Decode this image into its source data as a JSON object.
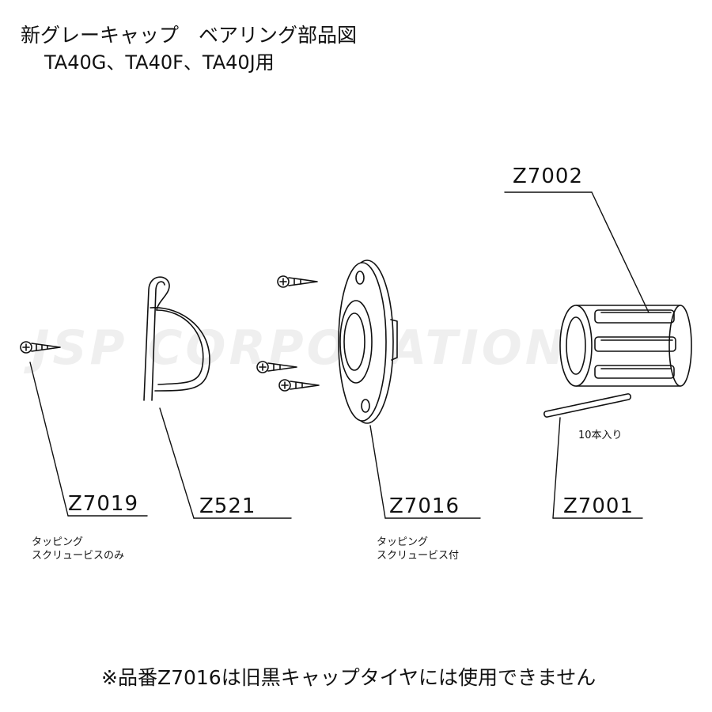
{
  "title": "新グレーキャップ　ベアリング部品図",
  "subtitle": "TA40G、TA40F、TA40J用",
  "watermark": "JSP CORPORATION",
  "parts": {
    "z7002": {
      "code": "Z7002"
    },
    "z7001": {
      "code": "Z7001",
      "note": "10本入り"
    },
    "z7019": {
      "code": "Z7019",
      "note_line1": "タッピング",
      "note_line2": "スクリュービスのみ"
    },
    "z521": {
      "code": "Z521"
    },
    "z7016": {
      "code": "Z7016",
      "note_line1": "タッピング",
      "note_line2": "スクリュービス付"
    }
  },
  "footer": "※品番Z7016は旧黒キャップタイヤには使用できません",
  "colors": {
    "line": "#111111",
    "watermark": "#8a8a8a"
  }
}
